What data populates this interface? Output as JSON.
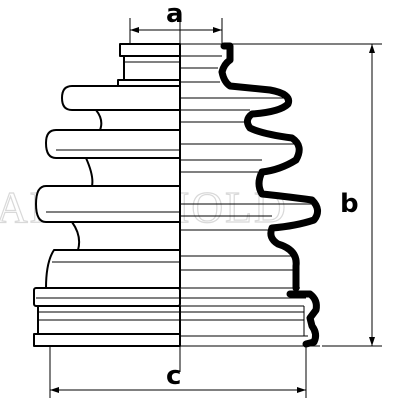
{
  "diagram": {
    "watermark": "AHRENHOLD",
    "dimensions": {
      "a": "a",
      "b": "b",
      "c": "c"
    },
    "colors": {
      "line": "#000000",
      "background": "#ffffff",
      "watermark": "#d9d9d9"
    }
  }
}
